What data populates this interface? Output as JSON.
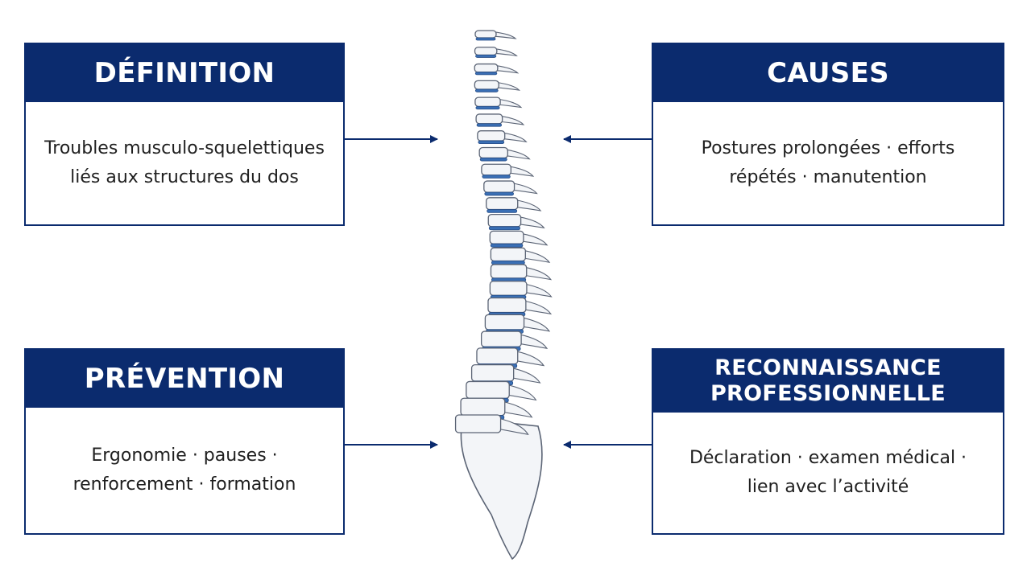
{
  "colors": {
    "header_bg": "#0b2b6e",
    "header_text": "#ffffff",
    "arrow": "#0b2b6e",
    "disc": "#3a6fb5",
    "bone": "#f3f5f8"
  },
  "cards": {
    "definition": {
      "title": "DÉFINITION",
      "line1": "Troubles musculo-squelettiques",
      "line2": "liés aux structures du dos"
    },
    "causes": {
      "title": "CAUSES",
      "line1": "Postures prolongées · efforts",
      "line2": "répétés · manutention"
    },
    "prevention": {
      "title": "PRÉVENTION",
      "line1": "Ergonomie · pauses ·",
      "line2": "renforcement · formation"
    },
    "reconnaissance": {
      "title_line1": "RECONNAISSANCE",
      "title_line2": "PROFESSIONNELLE",
      "line1": "Déclaration · examen médical ·",
      "line2": "lien avec l’activité"
    }
  },
  "illustration": {
    "icon": "spine-icon"
  }
}
